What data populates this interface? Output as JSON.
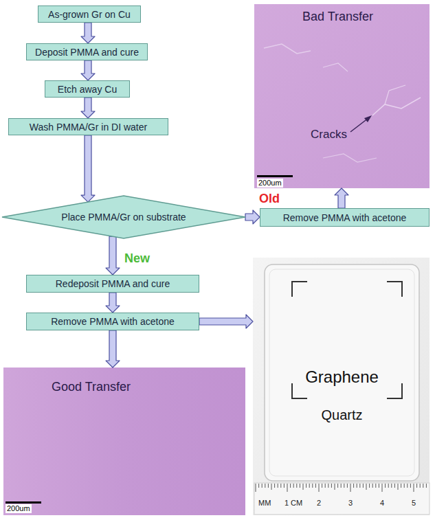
{
  "diagram": {
    "nodes": [
      {
        "text": [
          "As-grown Gr on Cu"
        ]
      },
      {
        "text": [
          "Deposit PMMA and cure"
        ]
      },
      {
        "text": [
          "Etch away Cu"
        ]
      },
      {
        "text": [
          "Wash PMMA/Gr in DI water"
        ]
      },
      {
        "text": [
          "Place PMMA/Gr on substrate"
        ]
      },
      {
        "text": [
          "Remove PMMA with acetone"
        ]
      },
      {
        "text": [
          "Bad Transfer",
          "Cracks",
          "200um"
        ]
      },
      {
        "text": [
          "Redeposit PMMA and cure"
        ]
      },
      {
        "text": [
          "Remove PMMA with acetone"
        ]
      },
      {
        "text": [
          "Graphene",
          "Quartz"
        ]
      },
      {
        "text": [
          "Good Transfer",
          "200um"
        ]
      }
    ],
    "edges": [
      {
        "from": 0,
        "to": 1,
        "arrow": "to"
      },
      {
        "from": 1,
        "to": 2,
        "arrow": "to"
      },
      {
        "from": 2,
        "to": 3,
        "arrow": "to"
      },
      {
        "from": 3,
        "to": 4,
        "arrow": "to"
      },
      {
        "from": 4,
        "to": 5,
        "label": "Old",
        "arrow": "to"
      },
      {
        "from": 5,
        "to": 6,
        "arrow": "to"
      },
      {
        "from": 4,
        "to": 7,
        "label": "New",
        "arrow": "to"
      },
      {
        "from": 7,
        "to": 8,
        "arrow": "to"
      },
      {
        "from": 8,
        "to": 9,
        "arrow": "to"
      },
      {
        "from": 8,
        "to": 10,
        "arrow": "to"
      }
    ],
    "labels": [
      "MM",
      "1",
      "CM",
      "2",
      "3",
      "4",
      "5"
    ]
  }
}
